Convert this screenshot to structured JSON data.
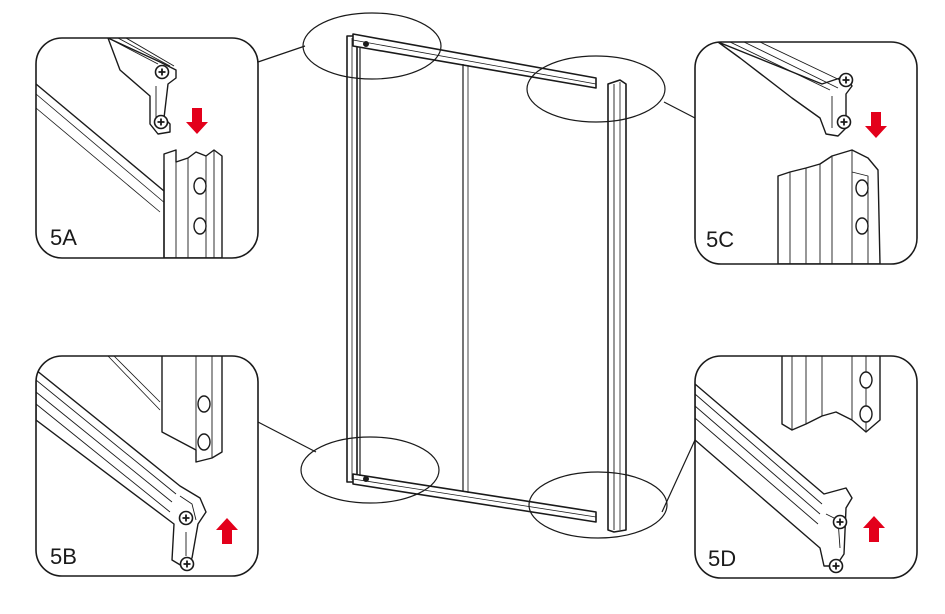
{
  "steps": [
    {
      "id": "5A",
      "label": "5A",
      "arrow": "down",
      "profile": "top-left"
    },
    {
      "id": "5B",
      "label": "5B",
      "arrow": "up",
      "profile": "bottom-left"
    },
    {
      "id": "5C",
      "label": "5C",
      "arrow": "down",
      "profile": "top-right"
    },
    {
      "id": "5D",
      "label": "5D",
      "arrow": "up",
      "profile": "bottom-right"
    }
  ],
  "colors": {
    "line": "#1a1a1a",
    "arrow": "#e3001b",
    "background": "#ffffff",
    "profile_fill": "#ffffff"
  },
  "icons": [
    "screw-icon",
    "arrow-down-icon",
    "arrow-up-icon"
  ]
}
